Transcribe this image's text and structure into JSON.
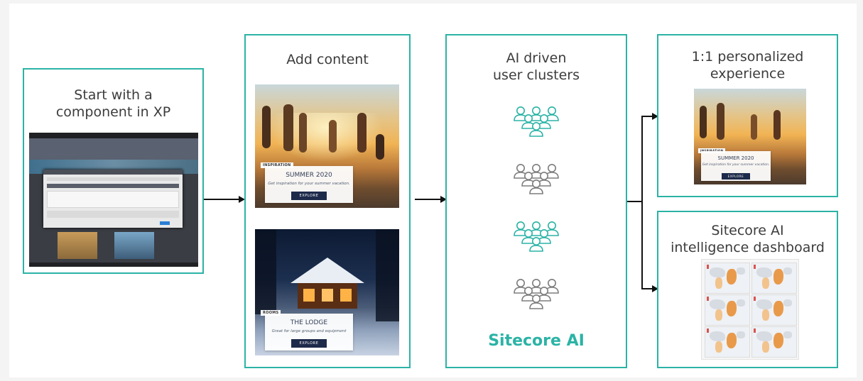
{
  "colors": {
    "accent": "#2bb3a6",
    "cluster_teal": "#2bb3a6",
    "cluster_grey": "#7d7d7d"
  },
  "step1": {
    "title_line1": "Start with a",
    "title_line2": "component in XP"
  },
  "step2": {
    "title": "Add content",
    "card1": {
      "tag": "INSPIRATION",
      "heading": "SUMMER 2020",
      "subtitle": "Get inspiration for your summer vacation.",
      "button": "EXPLORE"
    },
    "card2": {
      "tag": "ROOMS",
      "heading": "THE LODGE",
      "subtitle": "Great for large groups and equipment",
      "button": "EXPLORE"
    }
  },
  "step3": {
    "title_line1": "AI driven",
    "title_line2": "user clusters",
    "clusters": [
      {
        "name": "cluster-1",
        "color": "#2bb3a6"
      },
      {
        "name": "cluster-2",
        "color": "#7d7d7d"
      },
      {
        "name": "cluster-3",
        "color": "#2bb3a6"
      },
      {
        "name": "cluster-4",
        "color": "#7d7d7d"
      }
    ],
    "brand": "Sitecore AI"
  },
  "step4": {
    "title_line1": "1:1 personalized",
    "title_line2": "experience",
    "card": {
      "tag": "INSPIRATION",
      "heading": "SUMMER 2020",
      "subtitle": "Get inspiration for your summer vacation.",
      "button": "EXPLORE"
    }
  },
  "step5": {
    "title_line1": "Sitecore AI",
    "title_line2": "intelligence dashboard"
  }
}
